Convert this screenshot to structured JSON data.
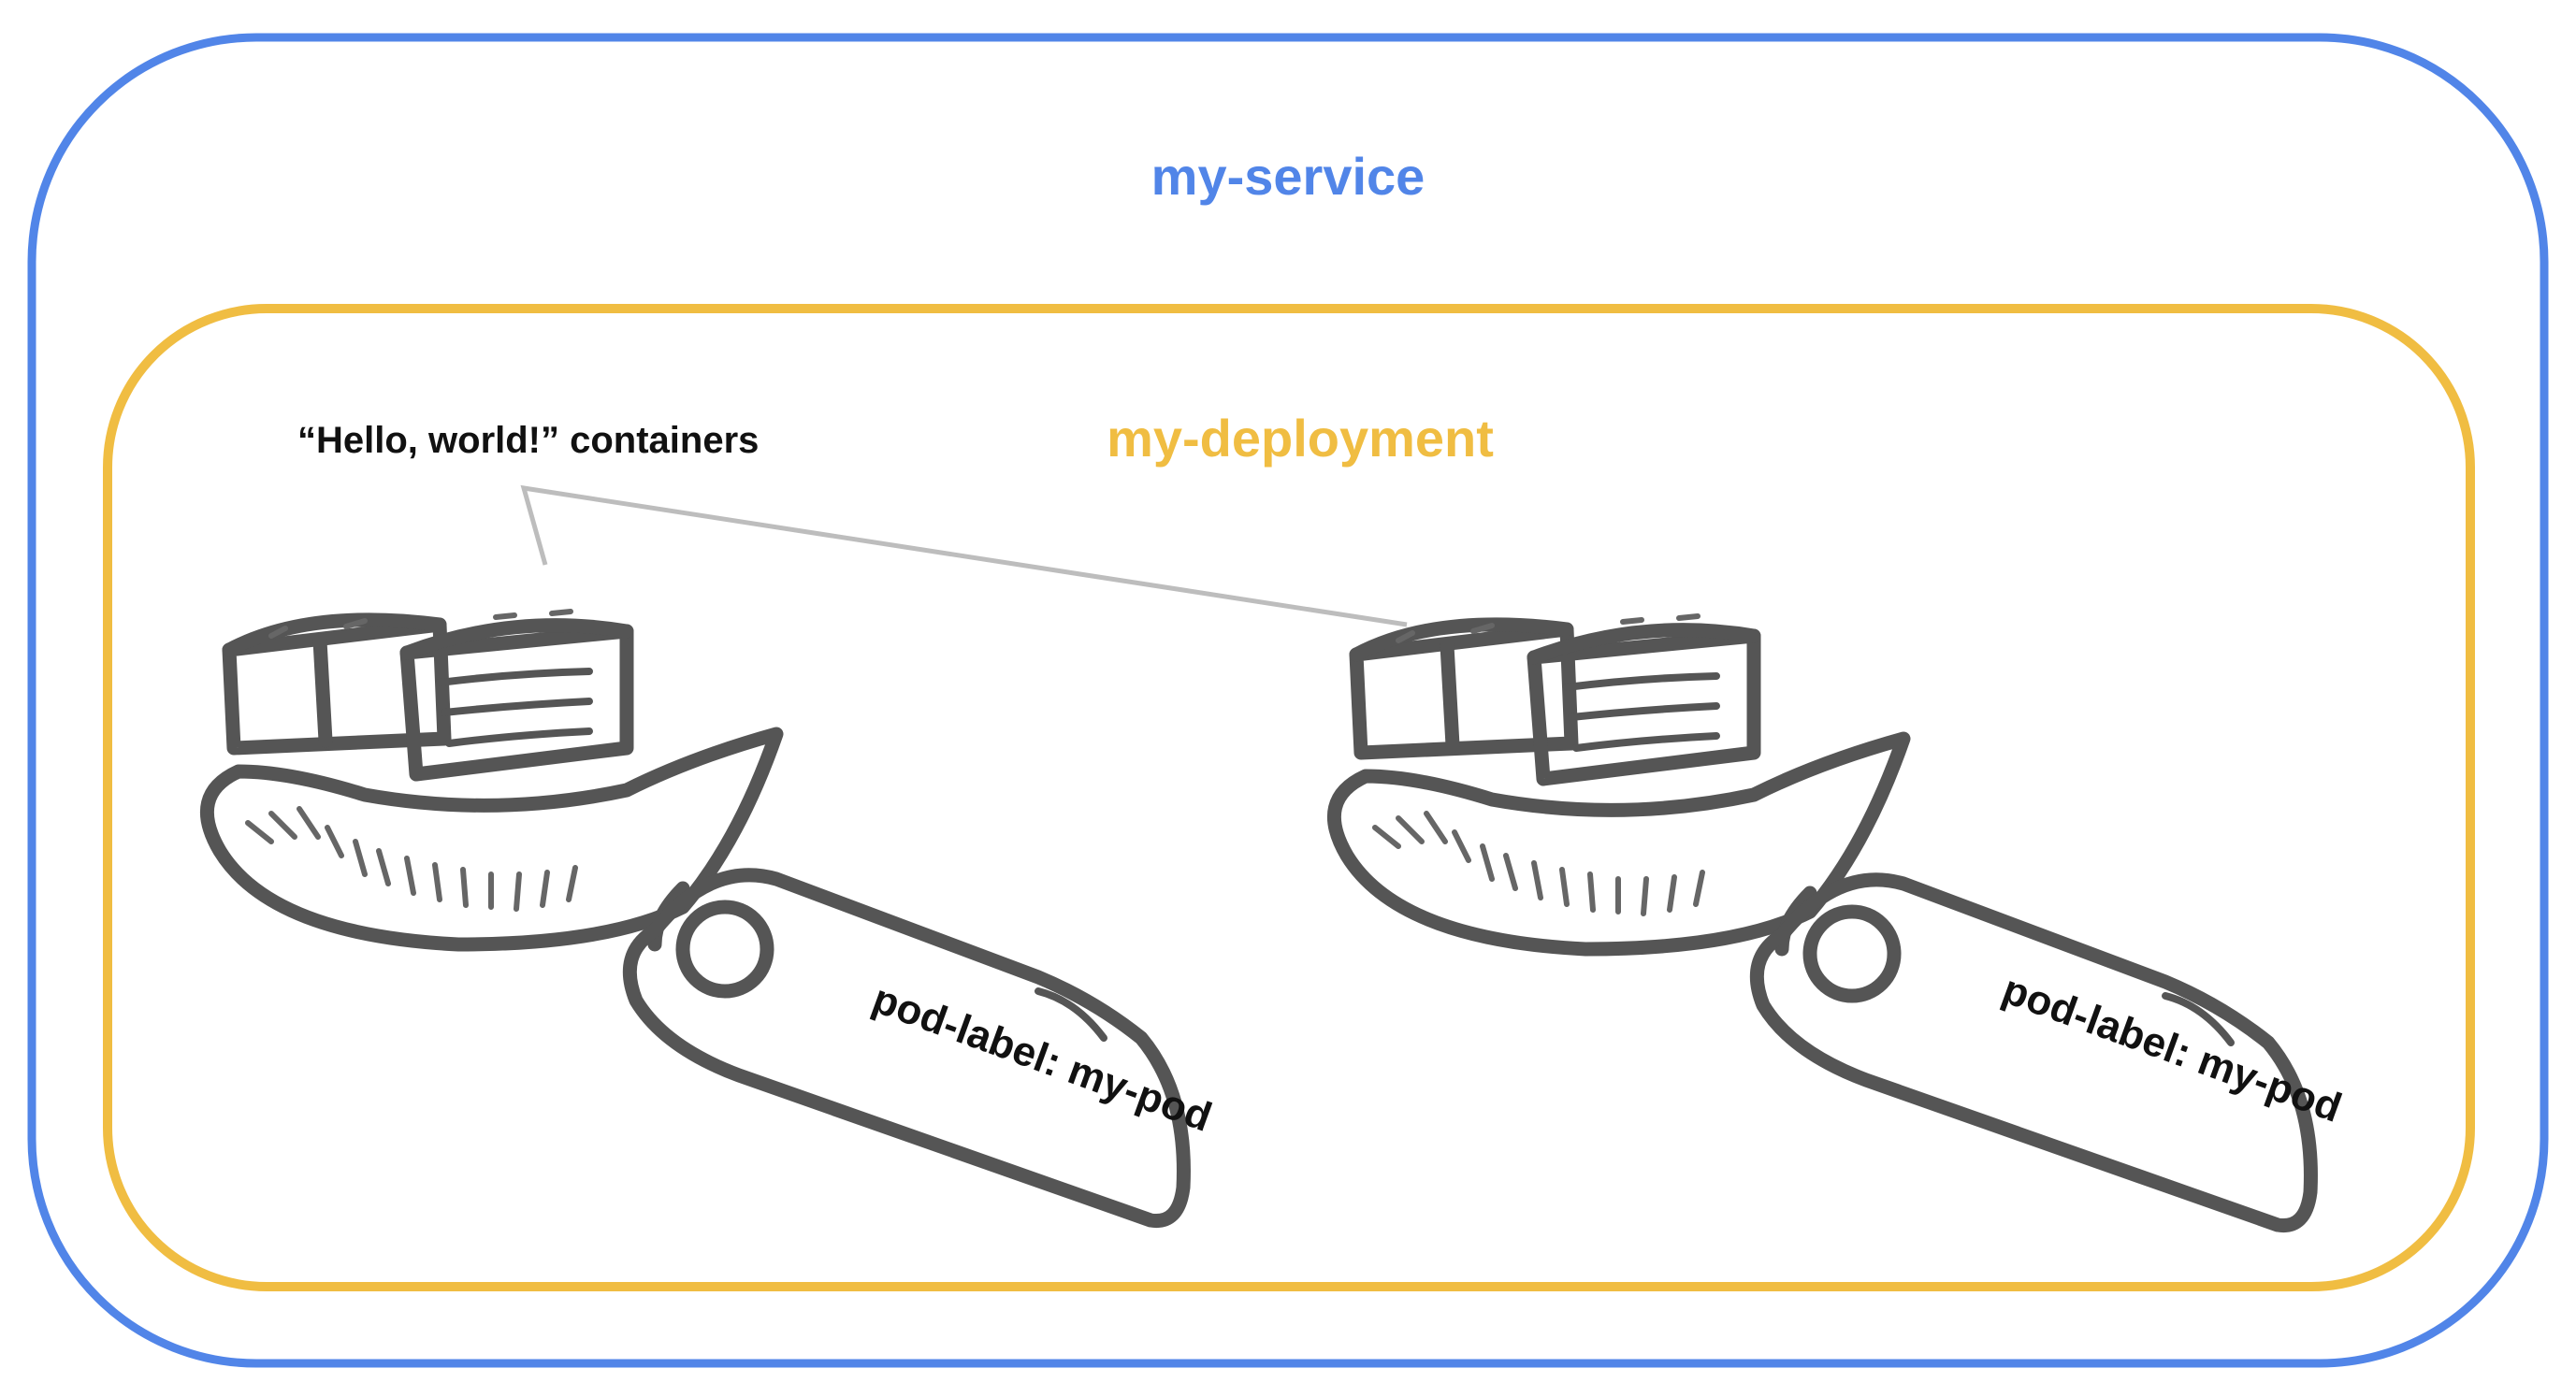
{
  "service": {
    "title": "my-service",
    "color": "#5185e8"
  },
  "deployment": {
    "title": "my-deployment",
    "color": "#f0bd42"
  },
  "containers_label": "“Hello, world!” containers",
  "pods": [
    {
      "tag": "pod-label: my-pod",
      "icon": "container-ship-icon"
    },
    {
      "tag": "pod-label: my-pod",
      "icon": "container-ship-icon"
    }
  ],
  "colors": {
    "sketch": "#555555",
    "pointer_line": "#bdbdbd"
  }
}
